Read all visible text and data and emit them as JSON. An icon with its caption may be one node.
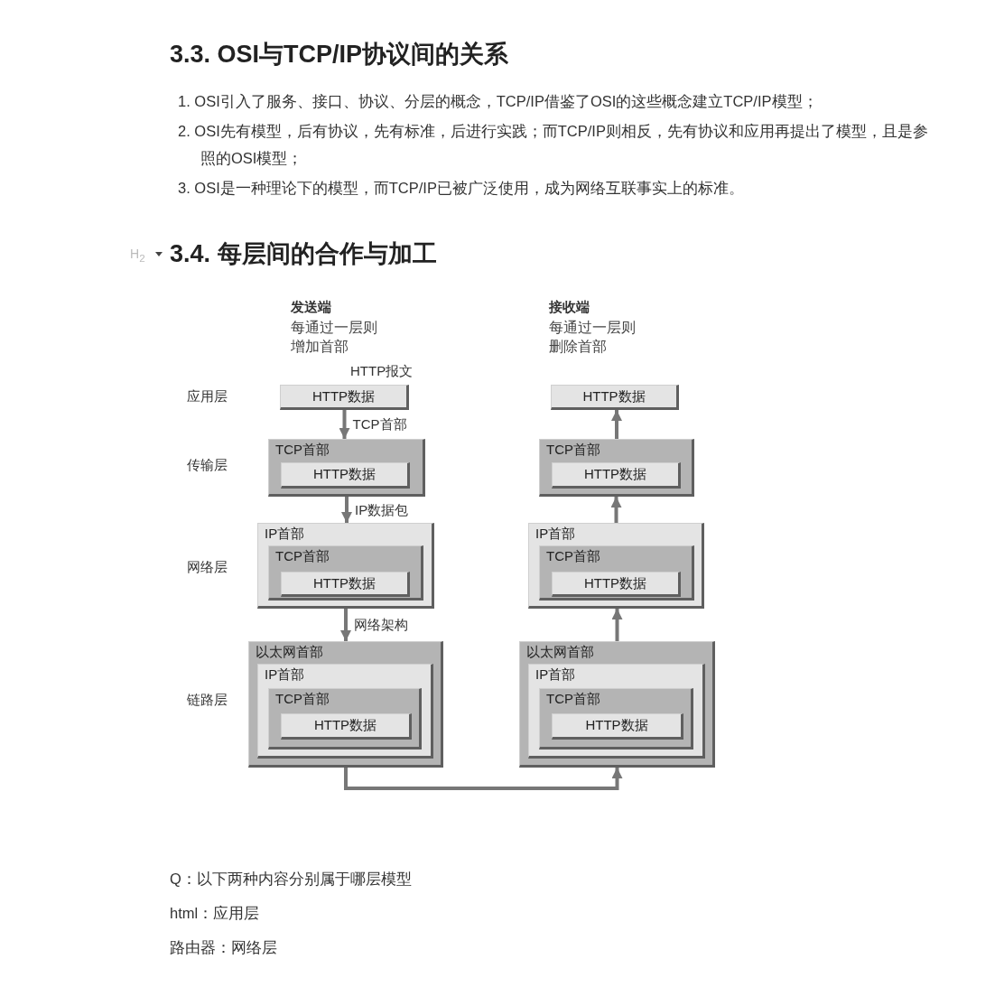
{
  "diagram": {
    "title": "3.4. 每层间的合作与加工",
    "nodes": [
      {
        "text": [
          "HTTP数据"
        ],
        "beside": [
          "HTTP报文"
        ]
      },
      {
        "text": [
          "TCP首部"
        ]
      },
      {
        "text": [
          "HTTP数据"
        ],
        "in": 1
      },
      {
        "text": [
          "IP首部"
        ]
      },
      {
        "text": [
          "TCP首部"
        ],
        "in": 3
      },
      {
        "text": [
          "HTTP数据"
        ],
        "in": 4
      },
      {
        "text": [
          "以太网首部"
        ]
      },
      {
        "text": [
          "IP首部"
        ],
        "in": 6
      },
      {
        "text": [
          "TCP首部"
        ],
        "in": 7
      },
      {
        "text": [
          "HTTP数据"
        ],
        "in": 8
      },
      {
        "text": [
          "HTTP数据"
        ]
      },
      {
        "text": [
          "TCP首部"
        ]
      },
      {
        "text": [
          "HTTP数据"
        ],
        "in": 11
      },
      {
        "text": [
          "IP首部"
        ]
      },
      {
        "text": [
          "TCP首部"
        ],
        "in": 13
      },
      {
        "text": [
          "HTTP数据"
        ],
        "in": 14
      },
      {
        "text": [
          "以太网首部"
        ]
      },
      {
        "text": [
          "IP首部"
        ],
        "in": 16
      },
      {
        "text": [
          "TCP首部"
        ],
        "in": 17
      },
      {
        "text": [
          "HTTP数据"
        ],
        "in": 18
      }
    ],
    "edges": [
      {
        "from": 0,
        "to": 1,
        "arrow": "to",
        "label": "TCP首部"
      },
      {
        "from": 1,
        "to": 3,
        "arrow": "to",
        "label": "IP数据包"
      },
      {
        "from": 3,
        "to": 6,
        "arrow": "to",
        "label": "网络架构"
      },
      {
        "from": 6,
        "to": 16,
        "arrow": "to"
      },
      {
        "from": 16,
        "to": 13,
        "arrow": "to"
      },
      {
        "from": 13,
        "to": 11,
        "arrow": "to"
      },
      {
        "from": 11,
        "to": 10,
        "arrow": "to"
      }
    ],
    "labels": [
      "3.3. OSI与TCP/IP协议间的关系",
      "1. OSI引入了服务、接口、协议、分层的概念，TCP/IP借鉴了OSI的这些概念建立TCP/IP模型；",
      "2. OSI先有模型，后有协议，先有标准，后进行实践；而TCP/IP则相反，先有协议和应用再提出了模型，且是参照的OSI模型；",
      "3. OSI是一种理论下的模型，而TCP/IP已被广泛使用，成为网络互联事实上的标准。",
      "H$_{2}$",
      "发送端",
      "每通过一层则增加首部",
      "接收端",
      "每通过一层则删除首部",
      "应用层",
      "传输层",
      "网络层",
      "链路层",
      "Q：以下两种内容分别属于哪层模型",
      "html：应用层",
      "路由器：网络层"
    ]
  }
}
